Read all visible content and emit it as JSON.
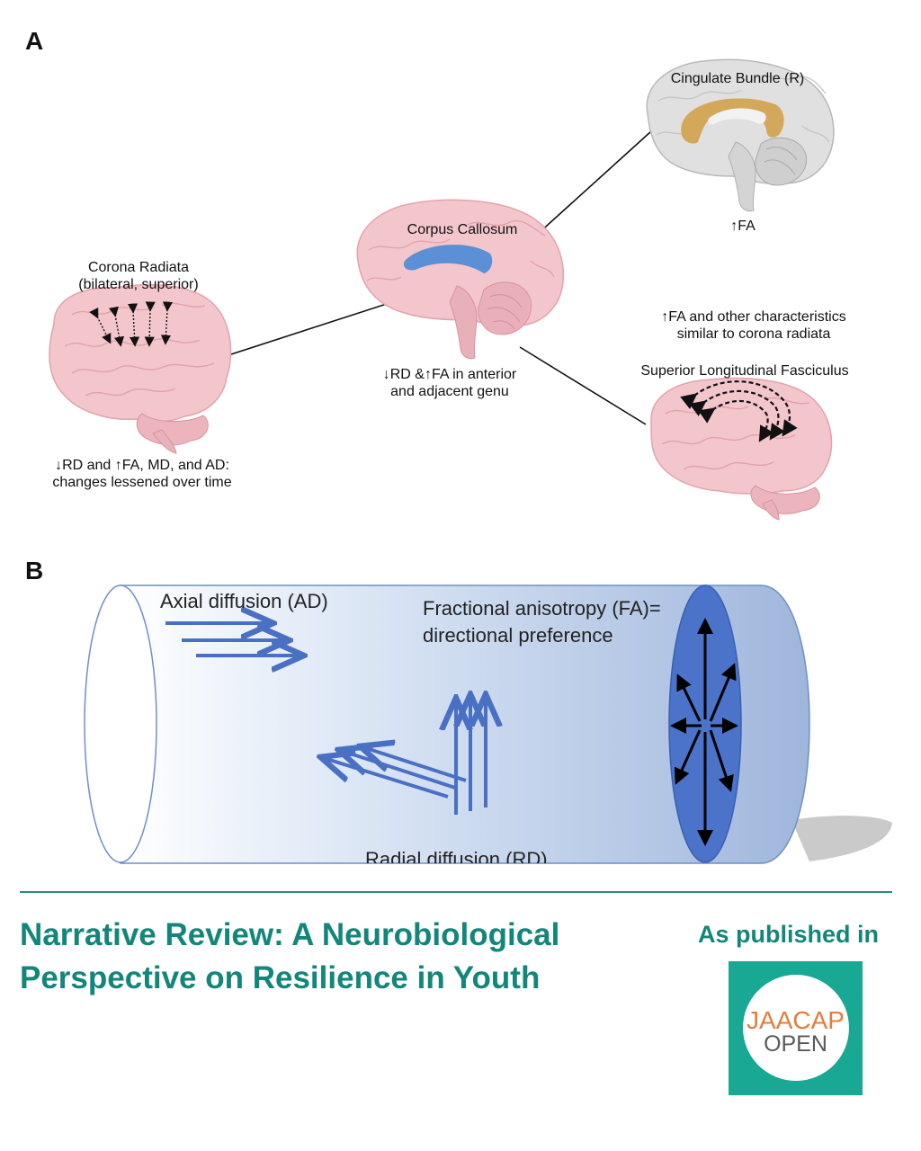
{
  "panels": {
    "a": {
      "letter": "A",
      "corona": {
        "title": [
          "Corona Radiata",
          "(bilateral, superior)"
        ],
        "finding": [
          "↓RD and ↑FA, MD, and AD:",
          "changes lessened over time"
        ]
      },
      "corpus": {
        "title": "Corpus Callosum",
        "finding": [
          "↓RD &↑FA in anterior",
          "and adjacent genu"
        ]
      },
      "cingulate": {
        "title": "Cingulate Bundle (R)",
        "finding": "↑FA"
      },
      "slf": {
        "finding": [
          "↑FA and other characteristics",
          "similar to corona radiata"
        ],
        "title": "Superior Longitudinal Fasciculus"
      }
    },
    "b": {
      "letter": "B",
      "axial": "Axial diffusion (AD)",
      "fa": [
        "Fractional anisotropy (FA)=",
        "directional preference"
      ],
      "radial": "Radial diffusion (RD)"
    }
  },
  "footer": {
    "title": [
      "Narrative Review: A Neurobiological",
      "Perspective on Resilience in Youth"
    ],
    "published": "As published in",
    "logo": {
      "line1": "JAACAP",
      "line2": "OPEN"
    }
  },
  "colors": {
    "brain": "#f3c6cc",
    "brain_grey": "#d9d9d9",
    "corpus": "#5b8fd6",
    "cingulate": "#d4a85a",
    "cylinder_blue": "#4a73c9",
    "arrow_blue": "#4a70c4",
    "accent_teal": "#13867a",
    "logo_bg": "#18a893",
    "logo_orange": "#e37d3a"
  }
}
